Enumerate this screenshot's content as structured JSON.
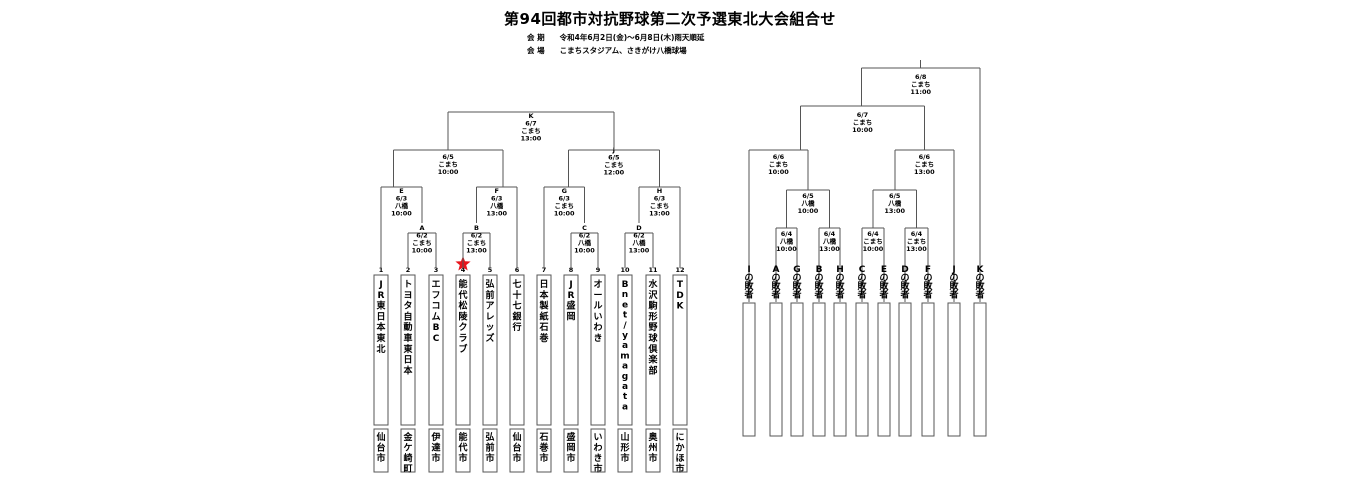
{
  "title": "第94回都市対抗野球第二次予選東北大会組合せ",
  "period_label": "会 期",
  "period_value": "令和4年6月2日(金)～6月8日(木)雨天順延",
  "venue_label": "会 場",
  "venue_value": "こまちスタジアム、さきがけ八橋球場",
  "colors": {
    "star": "#e8141b",
    "line": "#555555"
  },
  "left_bracket": {
    "entries": [
      {
        "num": "1",
        "team": "JR東日本東北",
        "city": "仙台市"
      },
      {
        "num": "2",
        "team": "トヨタ自動車東日本",
        "city": "金ケ崎町"
      },
      {
        "num": "3",
        "team": "エフコムBC",
        "city": "伊達市"
      },
      {
        "num": "4",
        "team": "能代松陵クラブ",
        "city": "能代市",
        "marked": true
      },
      {
        "num": "5",
        "team": "弘前アレッズ",
        "city": "弘前市"
      },
      {
        "num": "6",
        "team": "七十七銀行",
        "city": "仙台市"
      },
      {
        "num": "7",
        "team": "日本製紙石巻",
        "city": "石巻市"
      },
      {
        "num": "8",
        "team": "JR盛岡",
        "city": "盛岡市"
      },
      {
        "num": "9",
        "team": "オールいわき",
        "city": "いわき市"
      },
      {
        "num": "10",
        "team": "Bnet/yamagata",
        "city": "山形市"
      },
      {
        "num": "11",
        "team": "水沢駒形野球倶楽部",
        "city": "奥州市"
      },
      {
        "num": "12",
        "team": "TDK",
        "city": "にかほ市"
      }
    ],
    "games": {
      "A": [
        "A",
        "6/2",
        "こまち",
        "10:00"
      ],
      "B": [
        "B",
        "6/2",
        "こまち",
        "13:00"
      ],
      "C": [
        "C",
        "6/2",
        "八橋",
        "10:00"
      ],
      "D": [
        "D",
        "6/2",
        "八橋",
        "13:00"
      ],
      "E": [
        "E",
        "6/3",
        "八橋",
        "10:00"
      ],
      "F": [
        "F",
        "6/3",
        "八橋",
        "13:00"
      ],
      "G": [
        "G",
        "6/3",
        "こまち",
        "10:00"
      ],
      "H": [
        "H",
        "6/3",
        "こまち",
        "13:00"
      ],
      "I": [
        "I",
        "6/5",
        "こまち",
        "10:00"
      ],
      "J": [
        "J",
        "6/5",
        "こまち",
        "12:00"
      ],
      "K": [
        "K",
        "6/7",
        "こまち",
        "13:00"
      ]
    }
  },
  "right_bracket": {
    "entries": [
      {
        "team": "Iの敗者"
      },
      {
        "team": "Aの敗者"
      },
      {
        "team": "Gの敗者"
      },
      {
        "team": "Bの敗者"
      },
      {
        "team": "Hの敗者"
      },
      {
        "team": "Cの敗者"
      },
      {
        "team": "Eの敗者"
      },
      {
        "team": "Dの敗者"
      },
      {
        "team": "Fの敗者"
      },
      {
        "team": "Jの敗者"
      },
      {
        "team": "Kの敗者"
      }
    ],
    "games": {
      "r1": [
        "6/4",
        "八橋",
        "10:00"
      ],
      "r2": [
        "6/4",
        "八橋",
        "13:00"
      ],
      "r3": [
        "6/4",
        "こまち",
        "10:00"
      ],
      "r4": [
        "6/4",
        "こまち",
        "13:00"
      ],
      "s1": [
        "6/5",
        "八橋",
        "10:00"
      ],
      "s2": [
        "6/5",
        "八橋",
        "13:00"
      ],
      "q1": [
        "6/6",
        "こまち",
        "10:00"
      ],
      "q2": [
        "6/6",
        "こまち",
        "13:00"
      ],
      "sf": [
        "6/7",
        "こまち",
        "10:00"
      ],
      "f": [
        "6/8",
        "こまち",
        "11:00"
      ]
    }
  }
}
